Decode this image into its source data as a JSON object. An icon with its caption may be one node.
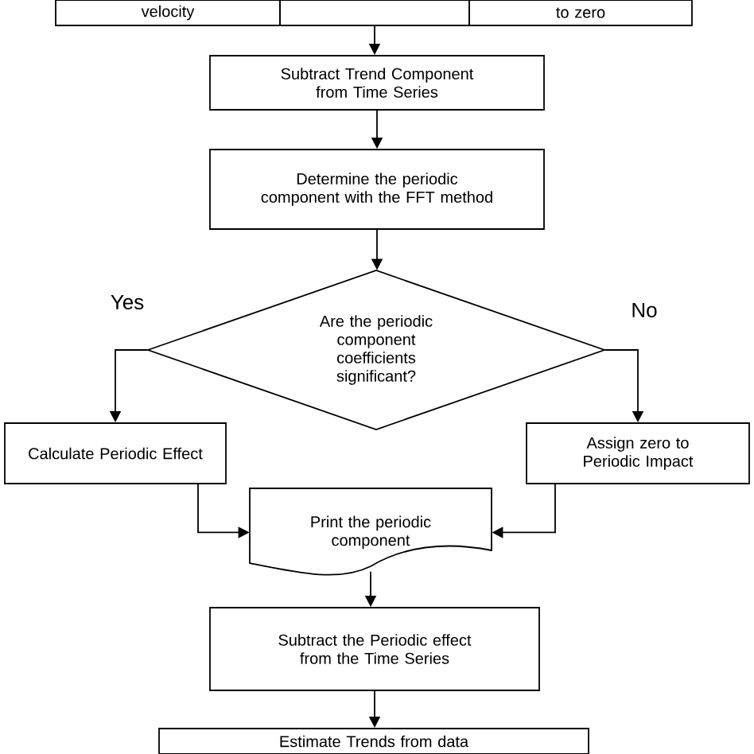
{
  "diagram": {
    "nodes": [
      {
        "text": [
          "velocity"
        ]
      },
      {
        "text": [],
        "shape": "box"
      },
      {
        "text": [
          "to zero"
        ]
      },
      {
        "text": [
          "Subtract Trend Component from Time Series"
        ]
      },
      {
        "text": [
          "Determine the periodic component with the FFT method"
        ]
      },
      {
        "text": [
          "Are the periodic component coefficients significant?"
        ]
      },
      {
        "text": [
          "Calculate Periodic Effect"
        ]
      },
      {
        "text": [
          "Assign zero to Periodic Impact"
        ]
      },
      {
        "text": [
          "Print the periodic component"
        ]
      },
      {
        "text": [
          "Subtract the Periodic effect from the Time Series"
        ]
      },
      {
        "text": [
          "Estimate Trends from data"
        ]
      }
    ],
    "edges": [
      {
        "from": 1,
        "to": 3,
        "arrow": "to"
      },
      {
        "from": 3,
        "to": 4,
        "arrow": "to"
      },
      {
        "from": 4,
        "to": 5,
        "arrow": "to"
      },
      {
        "from": 5,
        "to": 6,
        "arrow": "to",
        "label": "Yes"
      },
      {
        "from": 5,
        "to": 7,
        "arrow": "to",
        "label": "No"
      },
      {
        "from": 6,
        "to": 8,
        "arrow": "to"
      },
      {
        "from": 7,
        "to": 8,
        "arrow": "to"
      },
      {
        "from": 8,
        "to": 9,
        "arrow": "to"
      },
      {
        "from": 9,
        "to": 10,
        "arrow": "to"
      }
    ]
  }
}
